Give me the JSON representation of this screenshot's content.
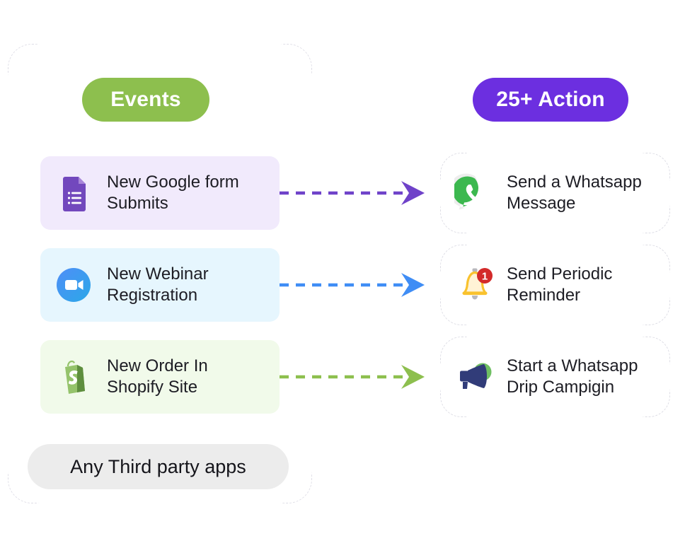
{
  "headers": {
    "events": {
      "label": "Events",
      "color": "#8dbf4e"
    },
    "actions": {
      "label": "25+ Action",
      "color": "#6c2fe0"
    }
  },
  "events": [
    {
      "label": "New Google form Submits",
      "line1": "New Google form",
      "line2": "Submits",
      "icon": "google-forms-icon",
      "bg": "#f1eafc",
      "accent": "#7248bd"
    },
    {
      "label": "New Webinar Registration",
      "line1": "New Webinar",
      "line2": "Registration",
      "icon": "zoom-video-icon",
      "bg": "#e6f6fe",
      "accent": "#2d8cff"
    },
    {
      "label": "New Order In Shopify Site",
      "line1": "New Order In",
      "line2": "Shopify Site",
      "icon": "shopify-bag-icon",
      "bg": "#f1faea",
      "accent": "#7ab55c"
    }
  ],
  "arrows": [
    {
      "name": "arrow-google-forms-to-whatsapp",
      "color": "#6f42c9"
    },
    {
      "name": "arrow-webinar-to-reminder",
      "color": "#3f8df5"
    },
    {
      "name": "arrow-shopify-to-drip",
      "color": "#8dbf4e"
    }
  ],
  "actions": [
    {
      "label": "Send a Whatsapp Message",
      "line1": "Send a Whatsapp",
      "line2": "Message",
      "icon": "whatsapp-icon",
      "accent": "#3cb84f"
    },
    {
      "label": "Send Periodic Reminder",
      "line1": "Send Periodic",
      "line2": "Reminder",
      "icon": "bell-notification-icon",
      "accent": "#ffc83d",
      "badge": "1",
      "badge_color": "#d32a2a"
    },
    {
      "label": "Start a Whatsapp Drip Campigin",
      "line1": "Start a Whatsapp",
      "line2": "Drip Campigin",
      "icon": "megaphone-icon",
      "accent": "#313c79"
    }
  ],
  "footer": {
    "third_party_label": "Any Third party apps",
    "bg": "#ececec"
  }
}
